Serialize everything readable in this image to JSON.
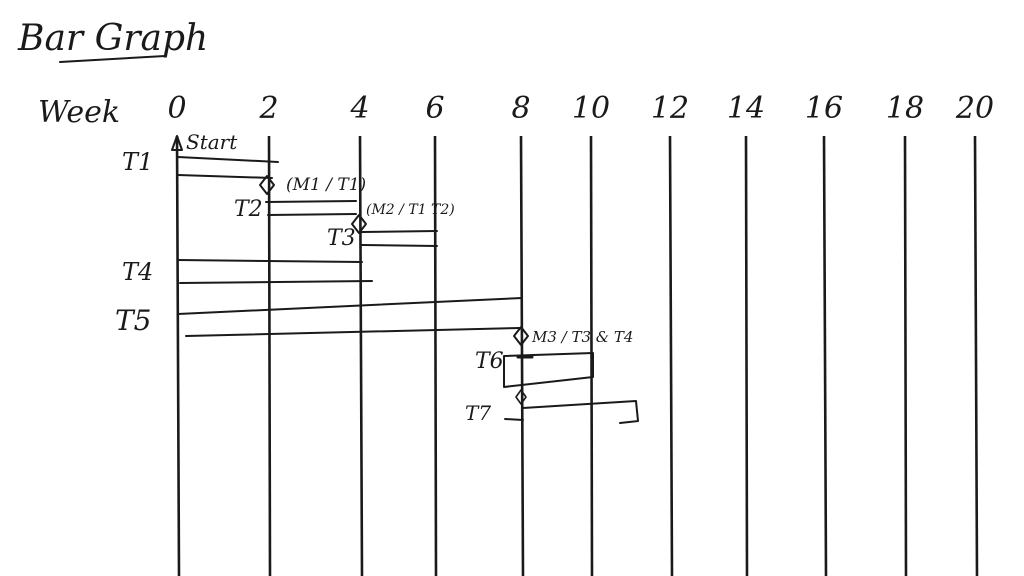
{
  "title": "Bar Graph",
  "axis_label": "Week",
  "weeks": [
    "0",
    "2",
    "4",
    "6",
    "8",
    "10",
    "12",
    "14",
    "16",
    "18",
    "20"
  ],
  "start_label": "Start",
  "tasks": [
    {
      "label": "T1",
      "start": 0,
      "end": 2.2
    },
    {
      "label": "T2",
      "start": 2,
      "end": 4
    },
    {
      "label": "T3",
      "start": 4,
      "end": 5.8
    },
    {
      "label": "T4",
      "start": 0,
      "end": 4.3
    },
    {
      "label": "T5",
      "start": 0,
      "end": 8
    },
    {
      "label": "T6",
      "start": 7.8,
      "end": 9.8
    },
    {
      "label": "T7",
      "start": 8,
      "end": 10.6
    }
  ],
  "milestones": [
    {
      "label": "(M1 / T1)",
      "week": 2
    },
    {
      "label": "(M2 / T1 T2)",
      "week": 4
    },
    {
      "label": "M3 / T3 & T4",
      "week": 8
    }
  ]
}
